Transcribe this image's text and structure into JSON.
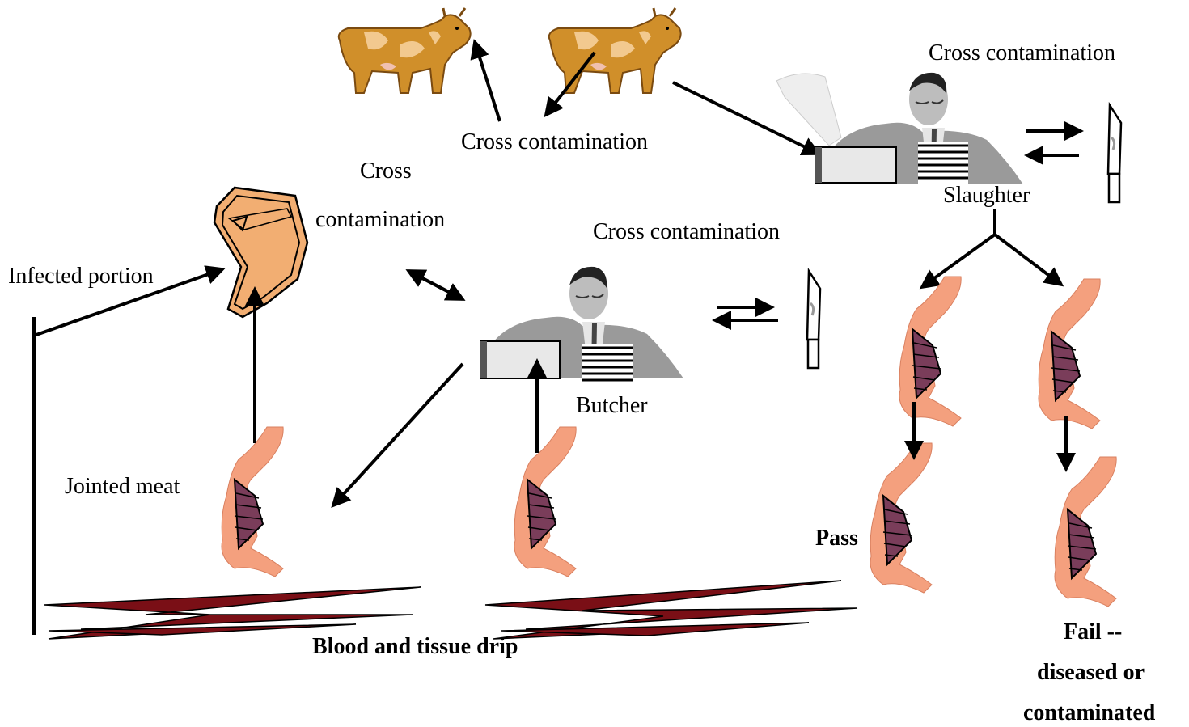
{
  "labels": {
    "cross_cows": "Cross contamination",
    "cross_slaughter": "Cross contamination",
    "cross_left_1": "Cross",
    "cross_left_2": "contamination",
    "cross_butcher": "Cross contamination",
    "slaughter": "Slaughter",
    "butcher": "Butcher",
    "infected_portion": "Infected portion",
    "jointed_meat": "Jointed meat",
    "pass": "Pass",
    "fail_1": "Fail --",
    "fail_2": "diseased or",
    "fail_3": "contaminated",
    "blood_drip": "Blood and tissue drip"
  },
  "icons": {
    "cow": "cow-icon",
    "man": "worker-icon",
    "knife": "knife-icon",
    "block": "chopping-block-icon",
    "carcass": "meat-carcass-icon",
    "steak": "steak-icon",
    "blood": "blood-drip-icon"
  },
  "colors": {
    "cow_body": "#d08f2a",
    "cow_patch": "#f2c98f",
    "meat": "#f4a07e",
    "meat_stripe": "#7a3d5a",
    "steak": "#f2ae72",
    "blood": "#7a0f16",
    "apron_gray": "#8a8a8a"
  }
}
